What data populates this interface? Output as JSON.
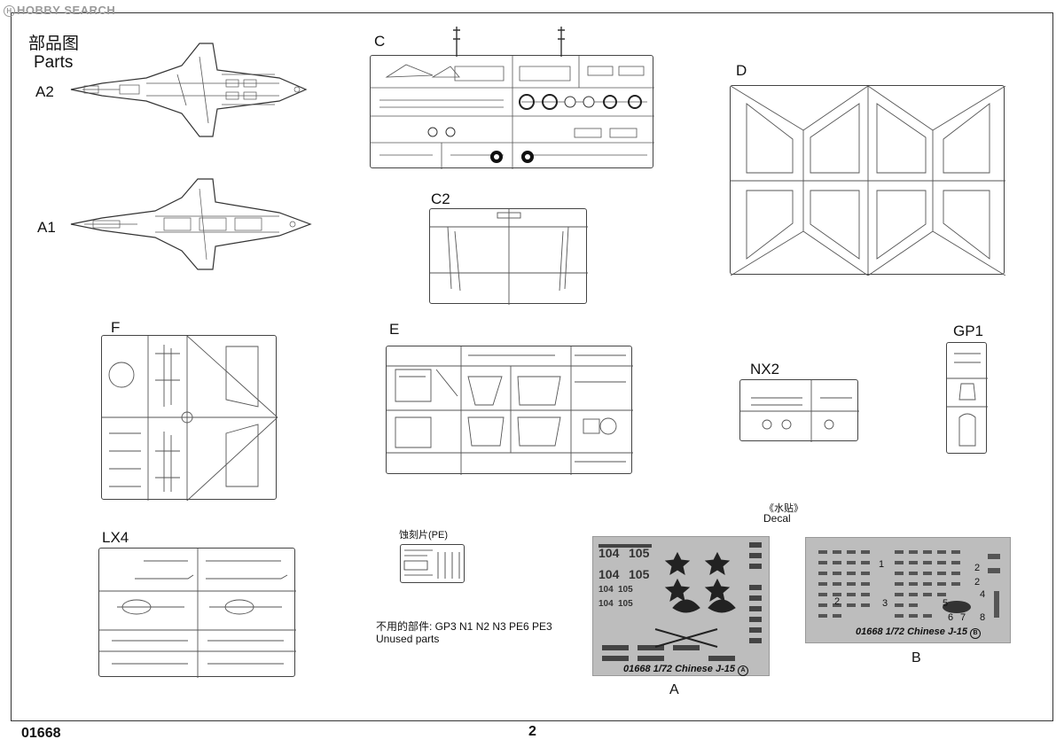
{
  "watermark": "HOBBY SEARCH",
  "header": {
    "title_cn": "部品图",
    "title_en": "Parts"
  },
  "sprues": {
    "A2": "A2",
    "A1": "A1",
    "C": "C",
    "C2": "C2",
    "D": "D",
    "F": "F",
    "E": "E",
    "NX2": "NX2",
    "GP1": "GP1",
    "LX4": "LX4"
  },
  "pe": {
    "label": "蚀刻片(PE)"
  },
  "unused": {
    "line_cn": "不用的部件: GP3 N1 N2 N3 PE6 PE3",
    "line_en": "Unused parts"
  },
  "decal": {
    "label_cn": "《水贴》",
    "label_en": "Decal",
    "sheet_a": {
      "letter": "A",
      "title": "01668 1/72 Chinese J-15",
      "badge": "A",
      "numbers": [
        "104",
        "105",
        "104",
        "105",
        "104",
        "105",
        "104",
        "105"
      ]
    },
    "sheet_b": {
      "letter": "B",
      "title": "01668 1/72 Chinese J-15",
      "badge": "B",
      "numbers": [
        "1",
        "2",
        "2",
        "2",
        "3",
        "4",
        "5",
        "6",
        "7",
        "8"
      ]
    }
  },
  "footer": {
    "code": "01668",
    "page": "2"
  }
}
